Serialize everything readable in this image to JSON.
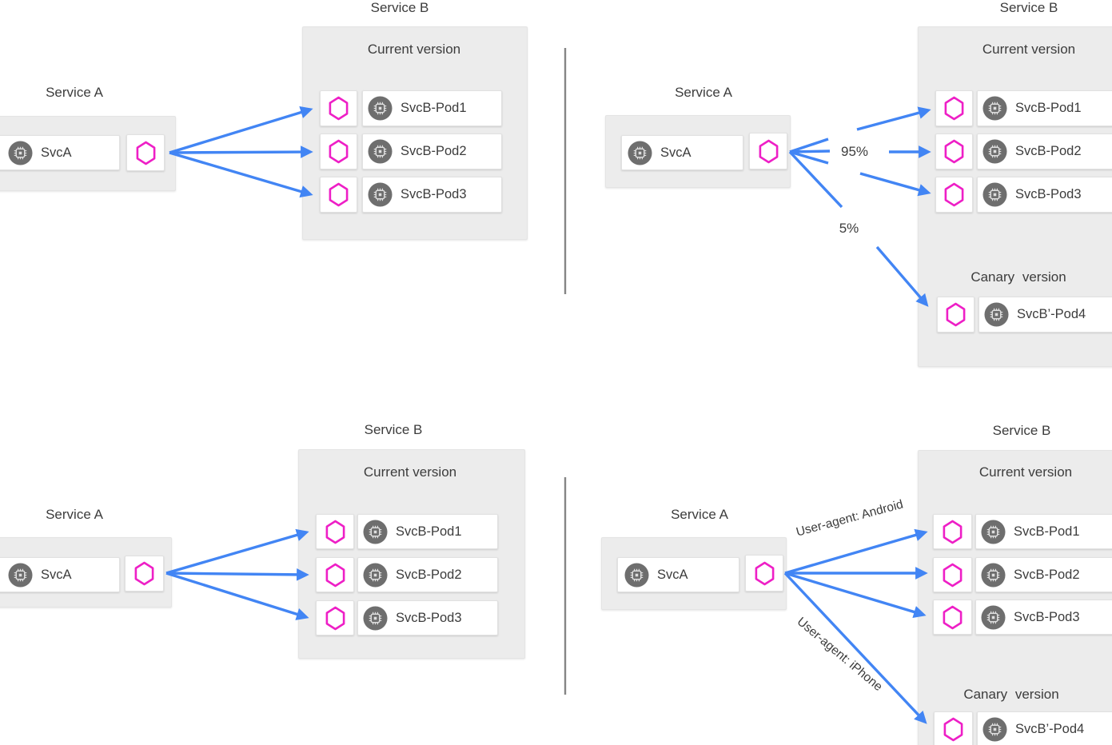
{
  "figure": "istio-canary-traffic-routing-diagram",
  "colors": {
    "arrow": "#4285F4",
    "sidecar_hexagon": "#EE1FC6",
    "panel_background": "#ECECEC",
    "service_circle": "#6E6E6E",
    "text": "#3C3C3C",
    "divider": "#858585"
  },
  "icons": {
    "sidecar_proxy_icon": "magenta-hexagon-outline",
    "service_icon": "grey-circle-cpu-chip"
  },
  "quadrants": [
    {
      "name": "uniform-load-balancing-top",
      "service_a": {
        "title": "Service A",
        "service": "SvcA"
      },
      "service_b": {
        "title": "Service B",
        "current": {
          "label": "Current version",
          "pods": [
            "SvcB-Pod1",
            "SvcB-Pod2",
            "SvcB-Pod3"
          ]
        }
      }
    },
    {
      "name": "canary-weighted-routing",
      "service_a": {
        "title": "Service A",
        "service": "SvcA"
      },
      "service_b": {
        "title": "Service B",
        "current": {
          "label": "Current version",
          "pods": [
            "SvcB-Pod1",
            "SvcB-Pod2",
            "SvcB-Pod3"
          ]
        },
        "canary": {
          "label": "Canary version",
          "pods": [
            "SvcB’-Pod4"
          ]
        }
      },
      "routing": {
        "current_weight": "95%",
        "canary_weight": "5%"
      }
    },
    {
      "name": "uniform-load-balancing-bottom",
      "service_a": {
        "title": "Service A",
        "service": "SvcA"
      },
      "service_b": {
        "title": "Service B",
        "current": {
          "label": "Current version",
          "pods": [
            "SvcB-Pod1",
            "SvcB-Pod2",
            "SvcB-Pod3"
          ]
        }
      }
    },
    {
      "name": "user-agent-content-routing",
      "service_a": {
        "title": "Service A",
        "service": "SvcA"
      },
      "service_b": {
        "title": "Service B",
        "current": {
          "label": "Current version",
          "pods": [
            "SvcB-Pod1",
            "SvcB-Pod2",
            "SvcB-Pod3"
          ]
        },
        "canary": {
          "label": "Canary version",
          "pods": [
            "SvcB’-Pod4"
          ]
        }
      },
      "routing": {
        "current_rule": "User-agent: Android",
        "canary_rule": "User-agent: iPhone"
      }
    }
  ]
}
